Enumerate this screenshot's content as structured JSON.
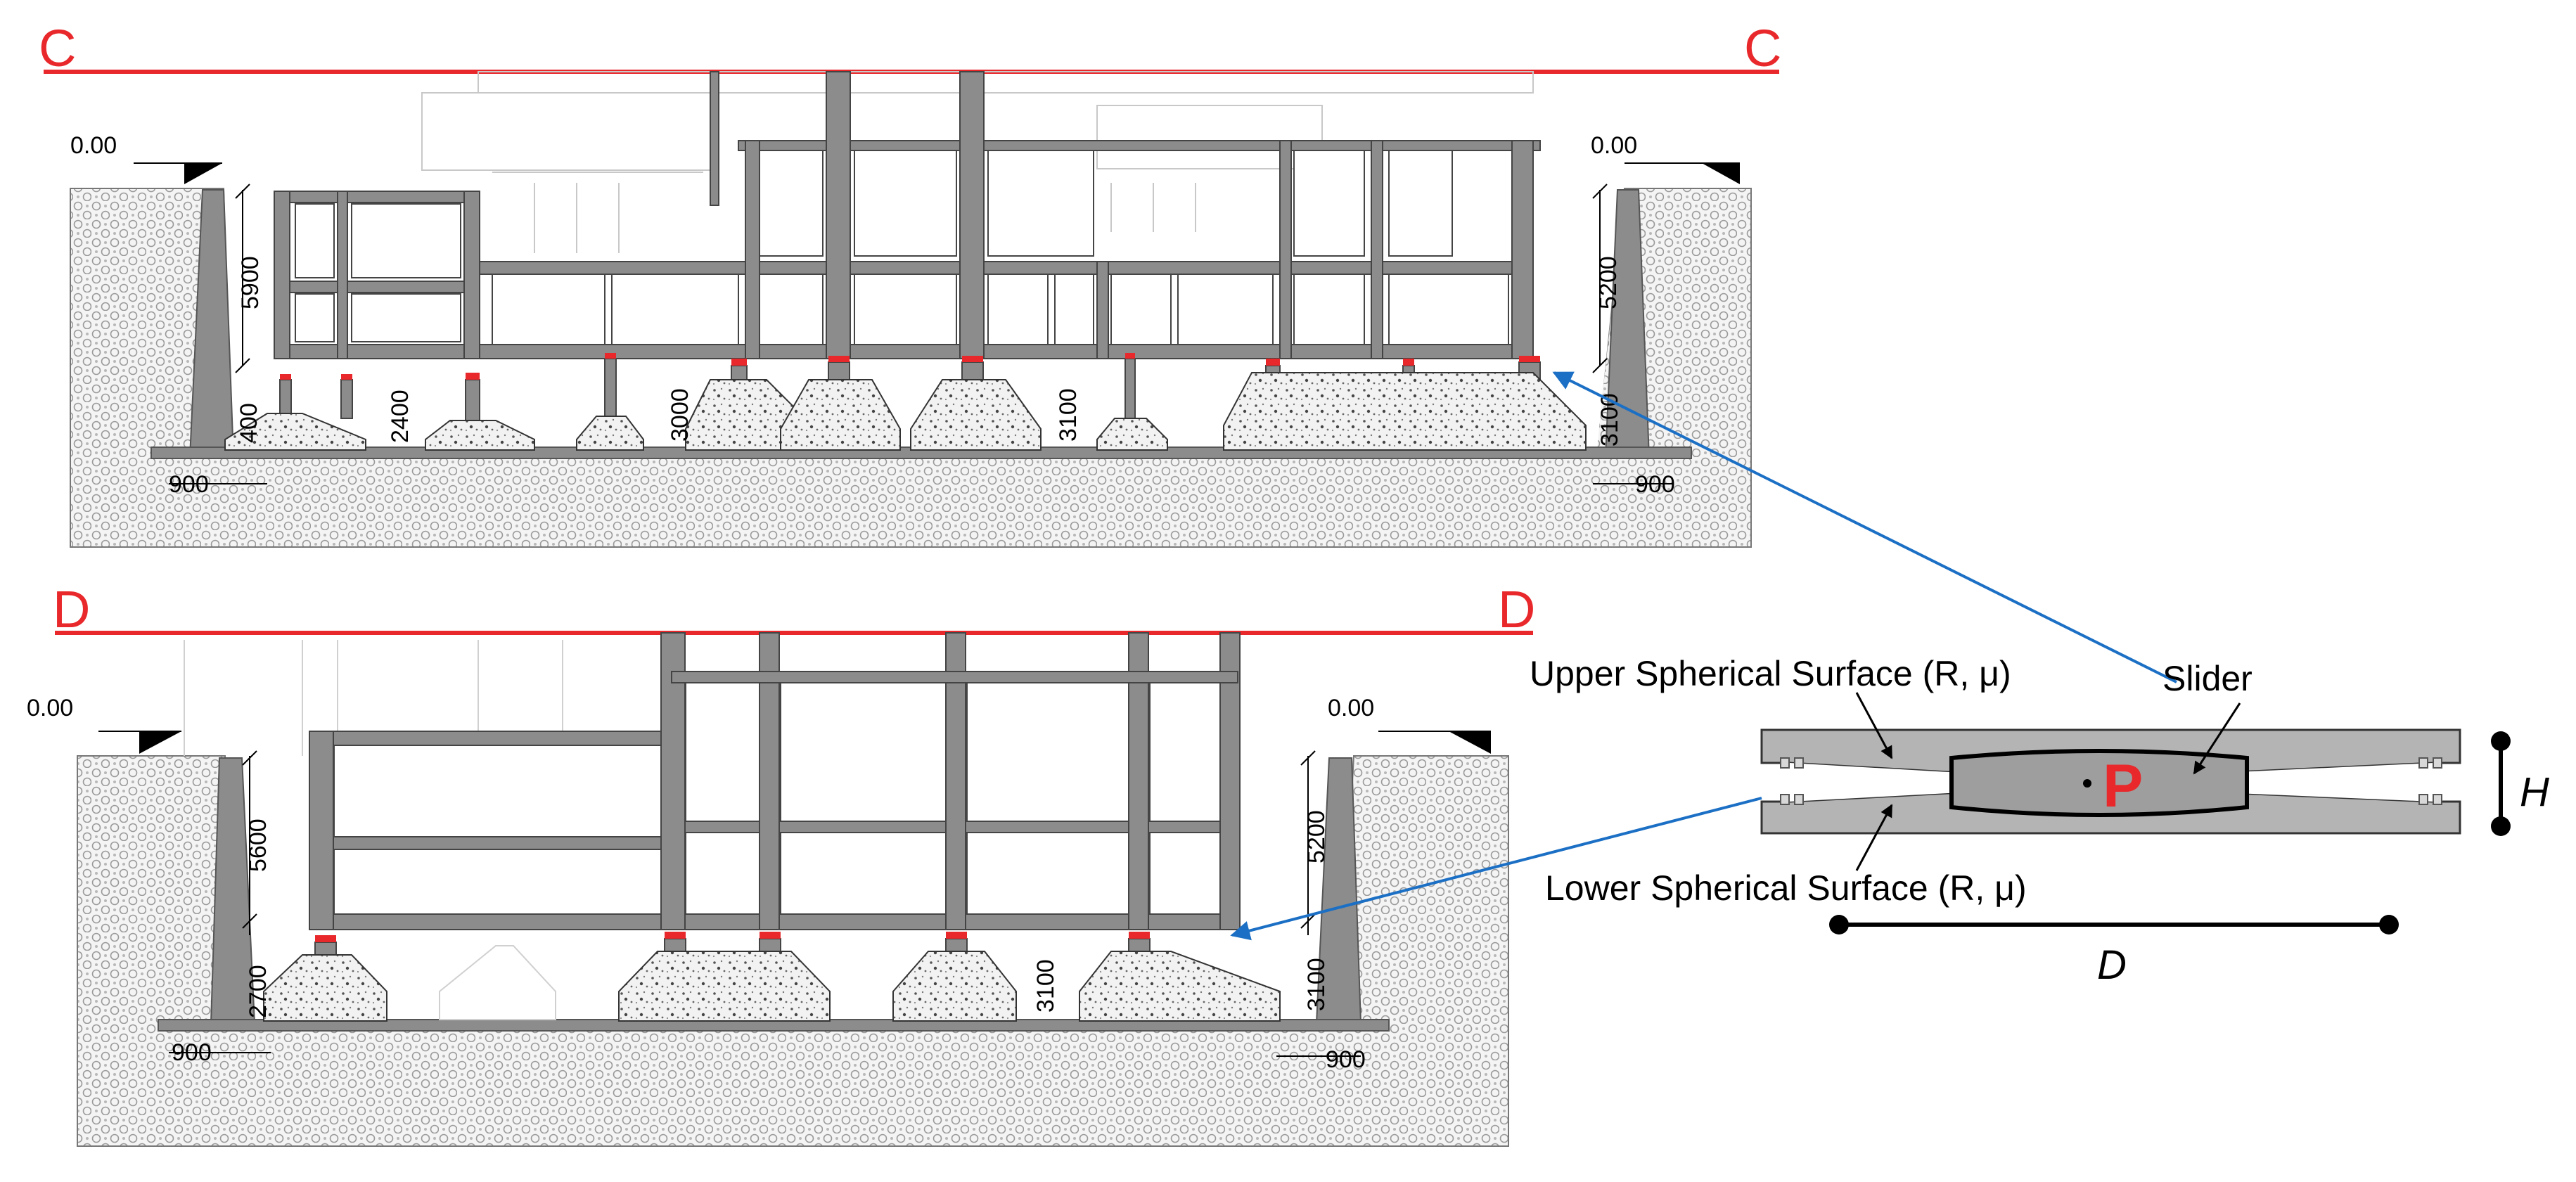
{
  "sections": {
    "c": {
      "left_label": "C",
      "right_label": "C"
    },
    "d": {
      "left_label": "D",
      "right_label": "D"
    }
  },
  "elevations": {
    "c_left": "0.00",
    "c_right": "0.00",
    "d_left": "0.00",
    "d_right": "0.00"
  },
  "dimensions": {
    "c_left_height": "5900",
    "c_left_isolation": "400",
    "c_left_width": "900",
    "c_right_height": "5200",
    "c_right_isolation": "3100",
    "c_right_width": "900",
    "c_pier_1": "2400",
    "c_pier_2": "3000",
    "c_pier_3": "3100",
    "d_left_height": "5600",
    "d_left_isolation": "2700",
    "d_left_width": "900",
    "d_right_height": "5200",
    "d_right_isolation": "3100",
    "d_right_width": "900",
    "d_pier": "3100"
  },
  "bearing": {
    "upper_surface": "Upper Spherical Surface (R, μ)",
    "lower_surface": "Lower Spherical Surface (R, μ)",
    "slider": "Slider",
    "load": "P",
    "height": "H",
    "diameter": "D"
  },
  "colors": {
    "section_line": "#e8282b",
    "leader_arrow": "#1b6fc4",
    "structure_fill": "#8c8c8c",
    "bearing_fill": "#b4b4b4",
    "load_text": "#e8282b"
  }
}
